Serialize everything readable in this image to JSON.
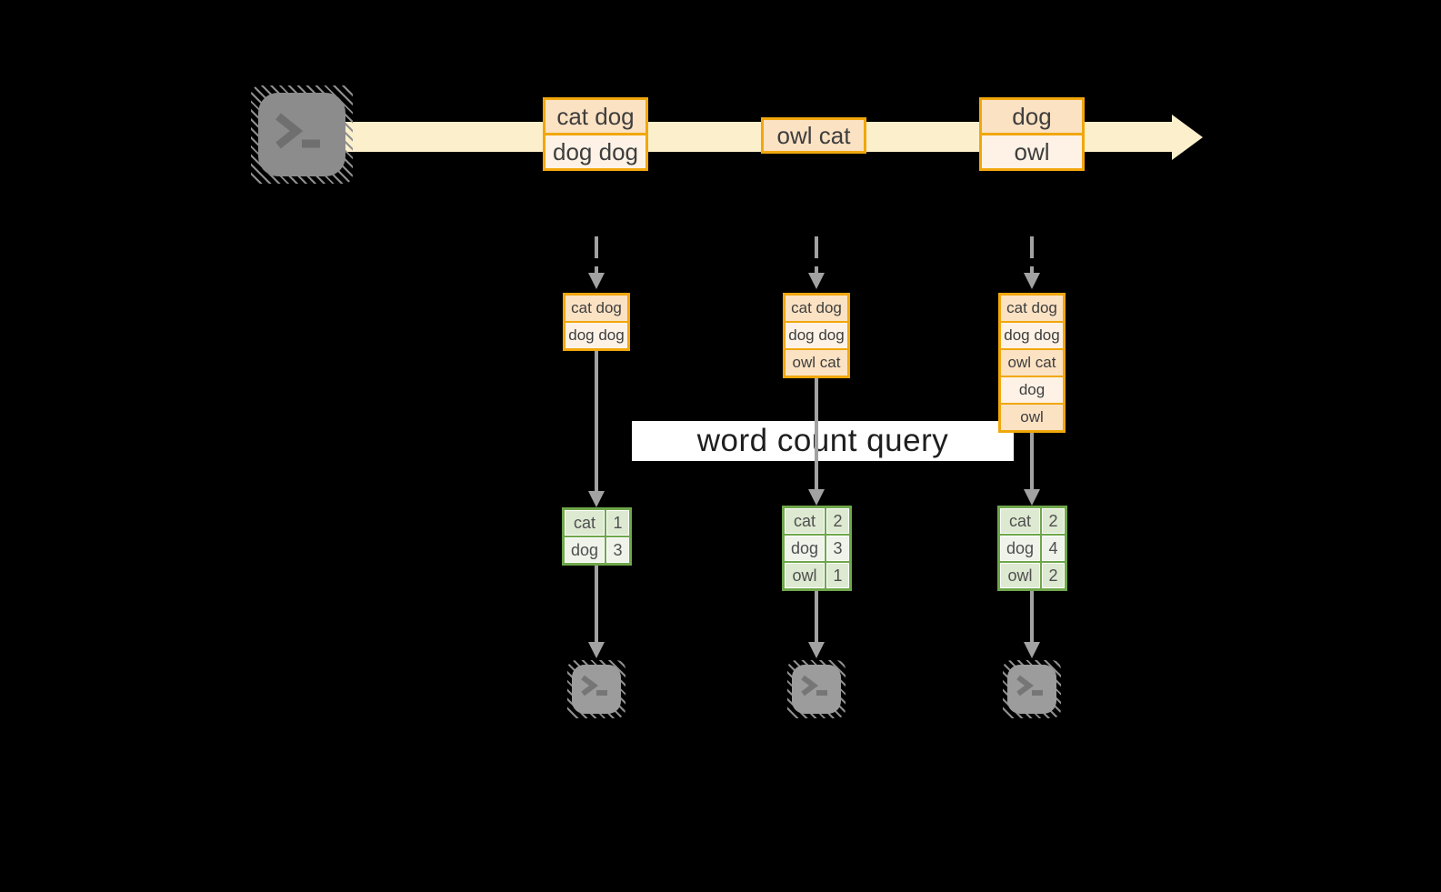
{
  "title": {
    "text": "word count query"
  },
  "icons": {
    "source": "terminal-icon",
    "sink": "terminal-icon",
    "terminal_prompt_glyph": ">_"
  },
  "colors": {
    "background": "#000000",
    "stream_band": "#fcf0cc",
    "record_border": "#f1a70c",
    "record_fill_dark": "#fbe2c3",
    "record_fill_light": "#fdf2e5",
    "table_border": "#6fa74b",
    "table_cell_dark": "#dee9d2",
    "table_cell_light": "#eff3ea",
    "arrow_gray": "#a2a2a2",
    "query_band": "#ffffff",
    "text_dark": "#3e3e3e"
  },
  "stream": {
    "batches": [
      {
        "rows": [
          "cat dog",
          "dog dog"
        ]
      },
      {
        "rows": [
          "owl cat"
        ]
      },
      {
        "rows": [
          "dog",
          "owl"
        ]
      }
    ]
  },
  "columns": [
    {
      "window": [
        "cat dog",
        "dog dog"
      ],
      "counts": [
        {
          "word": "cat",
          "count": "1"
        },
        {
          "word": "dog",
          "count": "3"
        }
      ]
    },
    {
      "window": [
        "cat dog",
        "dog dog",
        "owl cat"
      ],
      "counts": [
        {
          "word": "cat",
          "count": "2"
        },
        {
          "word": "dog",
          "count": "3"
        },
        {
          "word": "owl",
          "count": "1"
        }
      ]
    },
    {
      "window": [
        "cat dog",
        "dog dog",
        "owl cat",
        "dog",
        "owl"
      ],
      "counts": [
        {
          "word": "cat",
          "count": "2"
        },
        {
          "word": "dog",
          "count": "4"
        },
        {
          "word": "owl",
          "count": "2"
        }
      ]
    }
  ]
}
